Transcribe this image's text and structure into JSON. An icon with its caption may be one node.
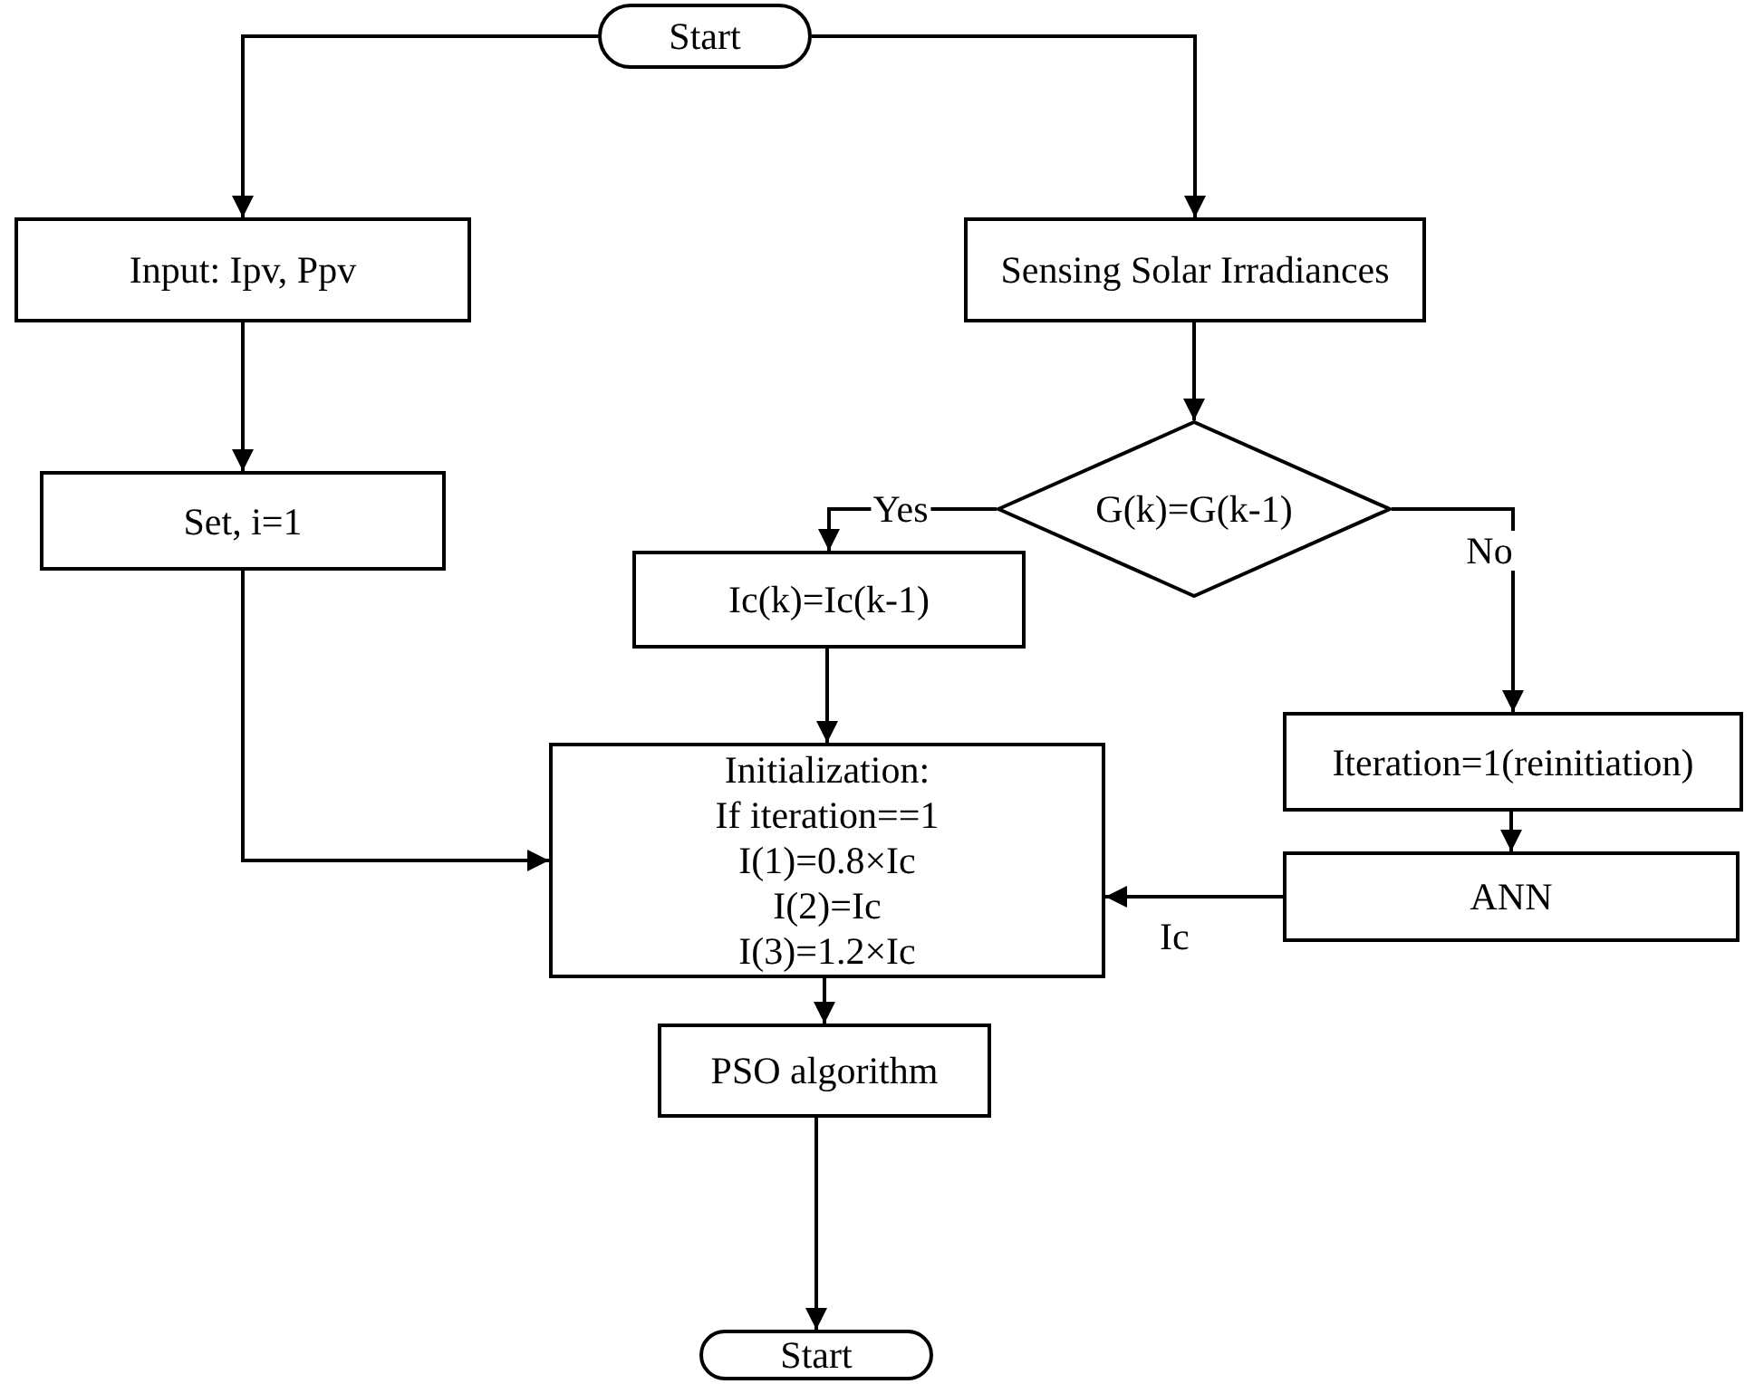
{
  "diagram": {
    "nodes": [
      {
        "text": [
          "Start"
        ]
      },
      {
        "text": [
          "Input: Ipv, Ppv"
        ]
      },
      {
        "text": [
          "Sensing Solar Irradiances"
        ]
      },
      {
        "text": [
          "Set, i=1"
        ]
      },
      {
        "text": [
          "G(k)=G(k-1)"
        ]
      },
      {
        "text": [
          "Ic(k)=Ic(k-1)"
        ]
      },
      {
        "text": [
          "Iteration=1(reinitiation)"
        ]
      },
      {
        "text": [
          "Initialization:",
          "If iteration==1",
          "I(1)=0.8×Ic",
          "I(2)=Ic",
          "I(3)=1.2×Ic"
        ]
      },
      {
        "text": [
          "ANN"
        ]
      },
      {
        "text": [
          "PSO algorithm"
        ]
      },
      {
        "text": [
          "Start"
        ]
      }
    ],
    "edges": [
      {
        "from": 0,
        "to": 1,
        "arrow": "to"
      },
      {
        "from": 0,
        "to": 2,
        "arrow": "to"
      },
      {
        "from": 1,
        "to": 3,
        "arrow": "to"
      },
      {
        "from": 2,
        "to": 4,
        "arrow": "to"
      },
      {
        "from": 4,
        "to": 5,
        "arrow": "to",
        "label": "Yes"
      },
      {
        "from": 4,
        "to": 6,
        "arrow": "to",
        "label": "No"
      },
      {
        "from": 5,
        "to": 7,
        "arrow": "to"
      },
      {
        "from": 3,
        "to": 7,
        "arrow": "to"
      },
      {
        "from": 6,
        "to": 8,
        "arrow": "to"
      },
      {
        "from": 8,
        "to": 7,
        "arrow": "to"
      },
      {
        "from": 7,
        "to": 9,
        "arrow": "to"
      },
      {
        "from": 9,
        "to": 10,
        "arrow": "to"
      }
    ],
    "labels": [
      "Ic"
    ]
  }
}
